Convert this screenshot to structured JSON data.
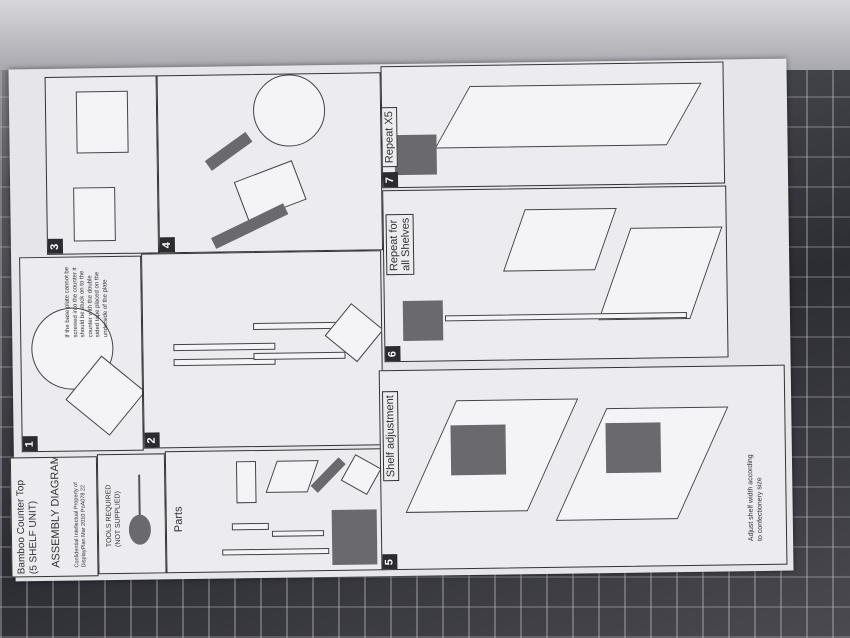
{
  "sheet": {
    "title": "Bamboo Counter Top",
    "subtitle": "(5 SHELF UNIT)",
    "heading": "ASSEMBLY DIAGRAM",
    "confidential": "Confidential Intellectual Property of",
    "confidential2": "DisplayPlan Mar 2010 PoA078 22",
    "tools_label": "TOOLS REQUIRED",
    "tools_note": "(NOT SUPPLIED)",
    "parts_label": "Parts",
    "step1_note": [
      "If the base plate",
      "cannot be",
      "screwed into",
      "the counter it",
      "should be stuck",
      "on to the",
      "counter with the",
      "double sided",
      "tape placed on",
      "the underside of",
      "the plate"
    ],
    "repeat_x5": "Repeat X5",
    "repeat_all": "Repeat for",
    "repeat_all2": "all Shelves",
    "shelf_adjustment": "Shelf adjustment",
    "adjust_note": "Adjust shelf width according",
    "adjust_note2": "to confectionery size",
    "steps": [
      "1",
      "2",
      "3",
      "4",
      "5",
      "6",
      "7"
    ]
  }
}
